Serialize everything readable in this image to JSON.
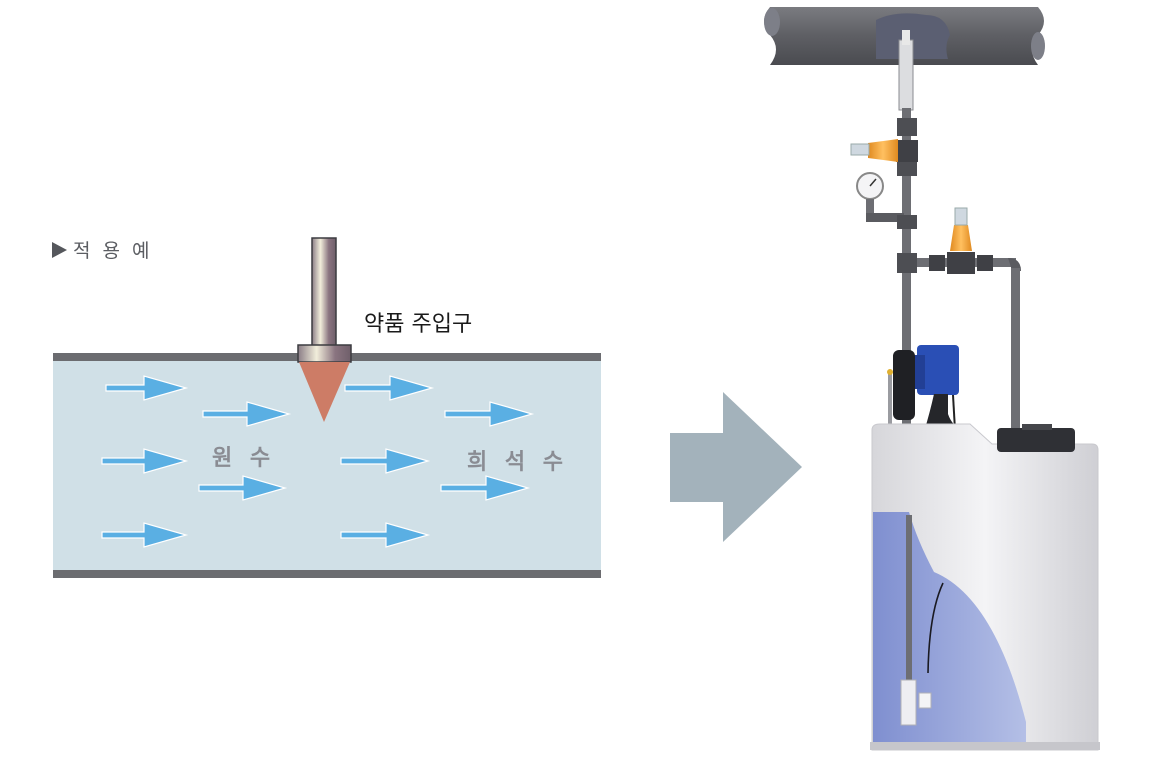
{
  "diagram": {
    "example_label": "적 용 예",
    "inlet_label": "약품 주입구",
    "raw_water_label": "원 수",
    "diluted_water_label": "희 석 수",
    "colors": {
      "pipe_wall": "#6b6c70",
      "water": "#d0e0e7",
      "flow_arrow": "#5aafe3",
      "injector_tip": "#cd7c66",
      "big_arrow": "#a3b2bb",
      "tank_liquid": "#9aa8da",
      "tank_body": "#e8e8ea",
      "pump_blue": "#2a4fb5",
      "valve_orange": "#f0a030"
    },
    "flow_arrows_count": 10,
    "right_image": "chemical dosing system with tank, metering pump, valves, pressure gauge and injection into main pipe"
  }
}
